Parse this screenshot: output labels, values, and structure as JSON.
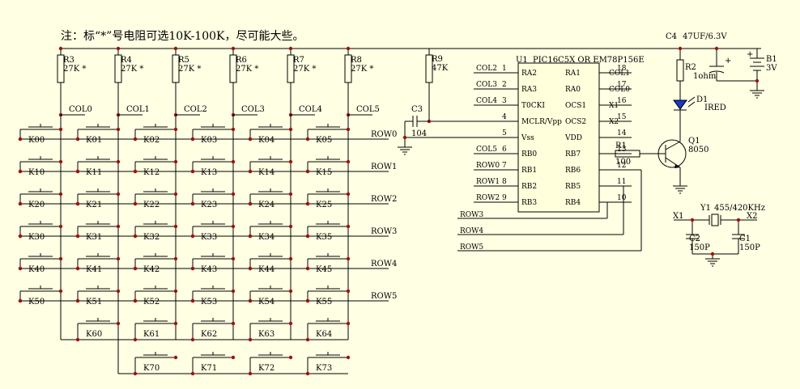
{
  "note": "注：标“*”号电阻可选10K-100K，尽可能大些。",
  "col_resistors": [
    {
      "ref": "R3",
      "value": "27K *"
    },
    {
      "ref": "R4",
      "value": "27K *"
    },
    {
      "ref": "R5",
      "value": "27K *"
    },
    {
      "ref": "R6",
      "value": "27K *"
    },
    {
      "ref": "R7",
      "value": "27K *"
    },
    {
      "ref": "R8",
      "value": "27K *"
    }
  ],
  "col_labels": [
    "COL0",
    "COL1",
    "COL2",
    "COL3",
    "COL4",
    "COL5"
  ],
  "row_labels": [
    "ROW0",
    "ROW1",
    "ROW2",
    "ROW3",
    "ROW4",
    "ROW5"
  ],
  "keys": [
    [
      "K00",
      "K01",
      "K02",
      "K03",
      "K04",
      "K05"
    ],
    [
      "K10",
      "K11",
      "K12",
      "K13",
      "K14",
      "K15"
    ],
    [
      "K20",
      "K21",
      "K22",
      "K23",
      "K24",
      "K25"
    ],
    [
      "K30",
      "K31",
      "K32",
      "K33",
      "K34",
      "K35"
    ],
    [
      "K40",
      "K41",
      "K42",
      "K43",
      "K44",
      "K45"
    ],
    [
      "K50",
      "K51",
      "K52",
      "K53",
      "K54",
      "K55"
    ]
  ],
  "keys_row6": [
    "K60",
    "K61",
    "K62",
    "K63",
    "K64"
  ],
  "keys_row7": [
    "K70",
    "K71",
    "K72",
    "K73"
  ],
  "r9": {
    "ref": "R9",
    "value": "47K"
  },
  "c3": {
    "ref": "C3",
    "value": "104"
  },
  "ic": {
    "ref": "U1",
    "name": "PIC16C5X OR EM78P156E",
    "left_pins": [
      {
        "num": "1",
        "name": "RA2",
        "net": "COL2"
      },
      {
        "num": "2",
        "name": "RA3",
        "net": "COL3"
      },
      {
        "num": "3",
        "name": "T0CKI",
        "net": "COL4"
      },
      {
        "num": "4",
        "name": "MCLR/Vpp",
        "net": ""
      },
      {
        "num": "5",
        "name": "Vss",
        "net": ""
      },
      {
        "num": "6",
        "name": "RB0",
        "net": "COL5"
      },
      {
        "num": "7",
        "name": "RB1",
        "net": "ROW0"
      },
      {
        "num": "8",
        "name": "RB2",
        "net": "ROW1"
      },
      {
        "num": "9",
        "name": "RB3",
        "net": "ROW2"
      }
    ],
    "right_pins": [
      {
        "num": "18",
        "name": "RA1",
        "net": "COL1"
      },
      {
        "num": "17",
        "name": "RA0",
        "net": "COL0"
      },
      {
        "num": "16",
        "name": "OCS1",
        "net": "X1"
      },
      {
        "num": "15",
        "name": "OCS2",
        "net": "X2"
      },
      {
        "num": "14",
        "name": "VDD",
        "net": ""
      },
      {
        "num": "13",
        "name": "RB7",
        "net": ""
      },
      {
        "num": "12",
        "name": "RB6",
        "net": ""
      },
      {
        "num": "11",
        "name": "RB5",
        "net": ""
      },
      {
        "num": "10",
        "name": "RB4",
        "net": ""
      }
    ]
  },
  "bus_labels": [
    "ROW3",
    "ROW4",
    "ROW5"
  ],
  "c4": {
    "ref": "C4",
    "value": "47UF/6.3V",
    "plus": "+"
  },
  "b1": {
    "ref": "B1",
    "value": "3V",
    "plus": "+"
  },
  "r2": {
    "ref": "R2",
    "value": "1ohm"
  },
  "d1": {
    "ref": "D1",
    "value": "IRED"
  },
  "q1": {
    "ref": "Q1",
    "value": "8050"
  },
  "r1": {
    "ref": "R1",
    "value": "100"
  },
  "y1": {
    "ref": "Y1",
    "value": "455/420KHz"
  },
  "x1": "X1",
  "x2": "X2",
  "c2": {
    "ref": "C2",
    "value": "150P"
  },
  "c1": {
    "ref": "C1",
    "value": "150P"
  }
}
